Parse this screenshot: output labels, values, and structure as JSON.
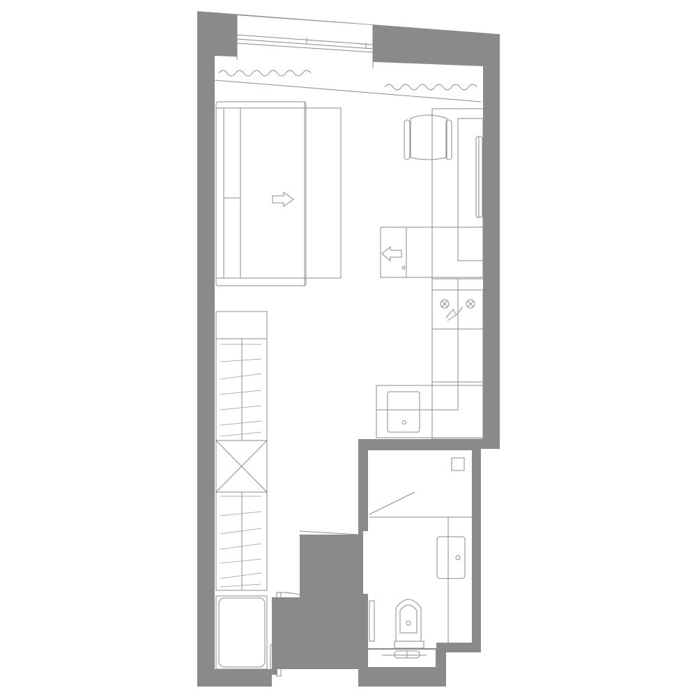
{
  "colors": {
    "wall": "#8a8a8a",
    "line": "#8a8a8a",
    "background": "#ffffff"
  },
  "plan": {
    "rooms": [
      "living-room",
      "kitchenette",
      "bathroom",
      "entry-hall"
    ],
    "furniture": [
      "sofa-bed",
      "armchair",
      "desk",
      "wardrobe",
      "shoe-cabinet",
      "kitchen-counter",
      "cooktop",
      "kitchen-sink",
      "shower",
      "washbasin",
      "toilet"
    ],
    "icons": [
      "arrow-right-icon",
      "arrow-left-icon",
      "radiator-icon",
      "door-swing-icon"
    ]
  }
}
